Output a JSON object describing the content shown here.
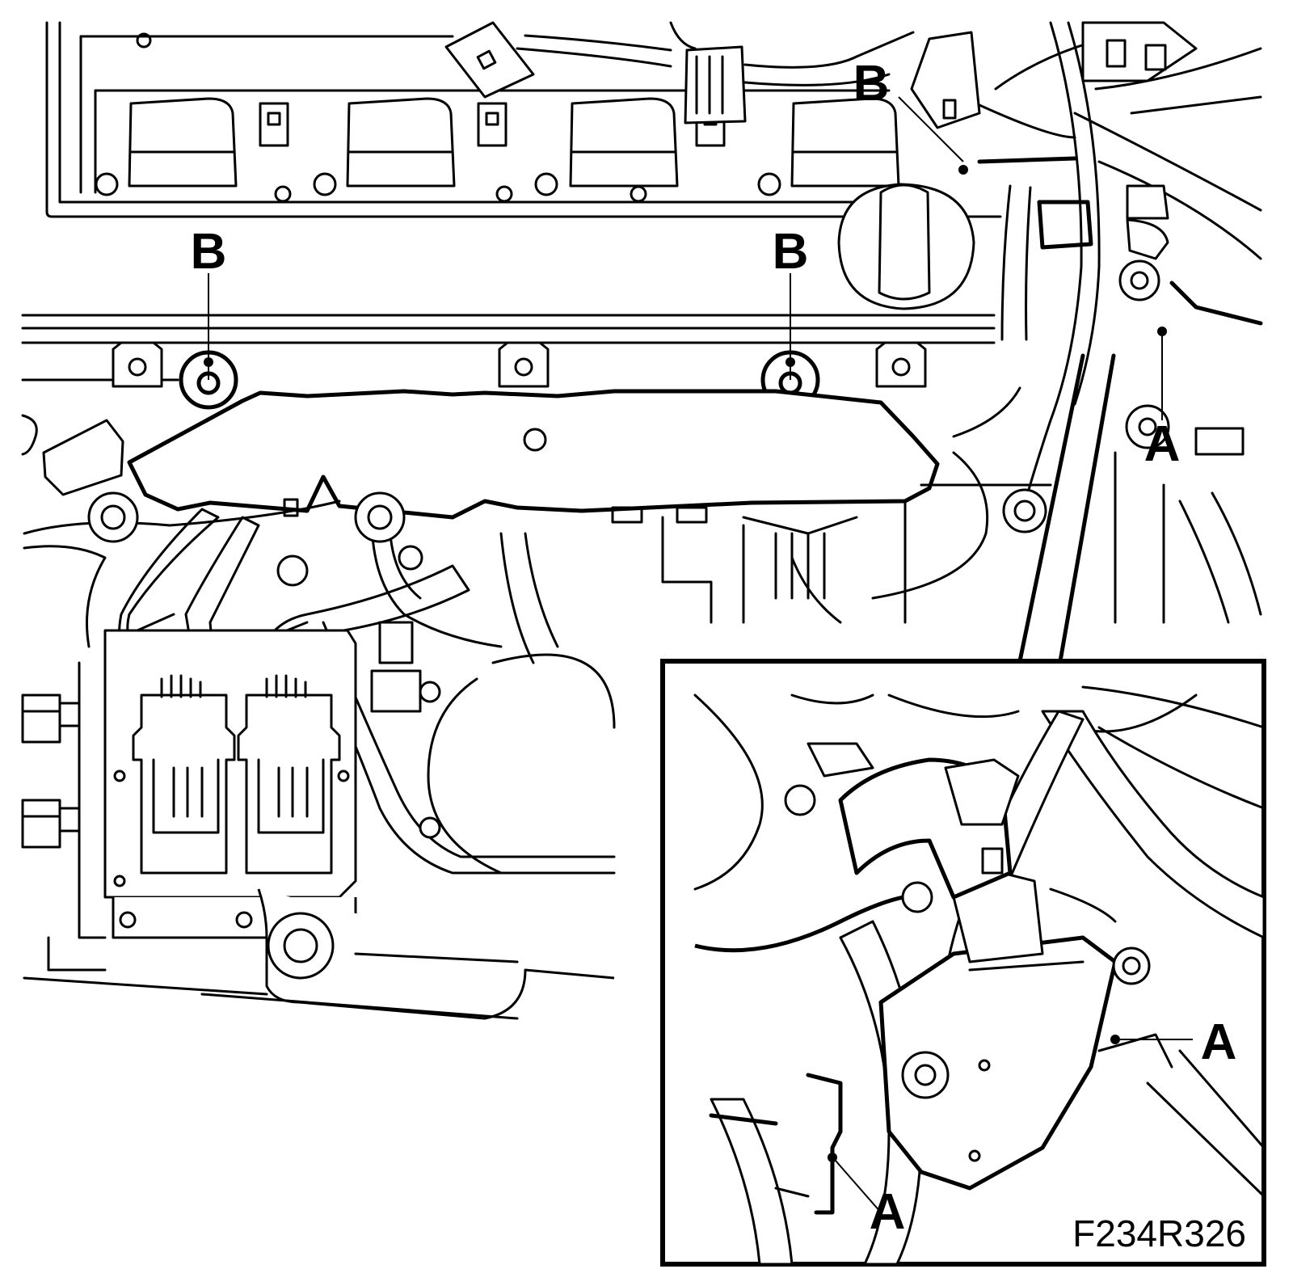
{
  "figure": {
    "reference_code": "F234R326",
    "callouts": {
      "b_top_right": "B",
      "b_left": "B",
      "b_middle": "B",
      "a_right_main": "A",
      "a_inset_right": "A",
      "a_inset_bottom": "A"
    }
  }
}
